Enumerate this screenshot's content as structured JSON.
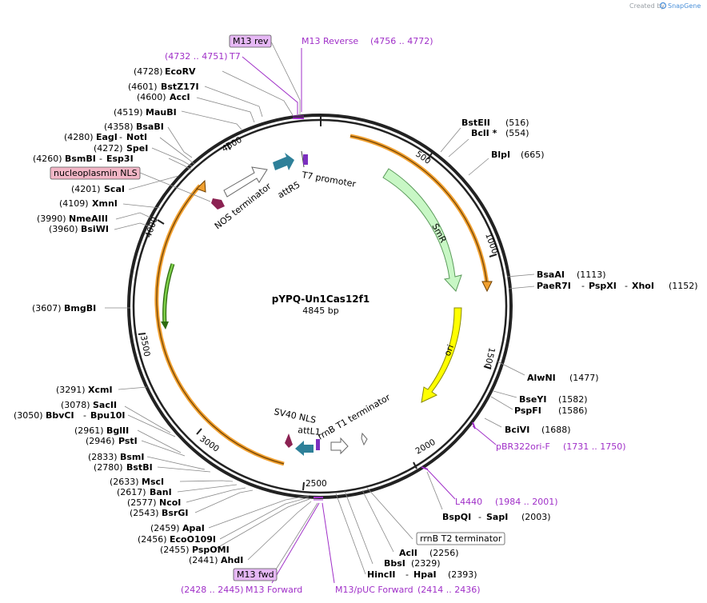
{
  "credit": {
    "created_by": "Created by",
    "brand": "SnapGene"
  },
  "plasmid": {
    "name": "pYPQ-Un1Cas12f1",
    "size": "4845 bp"
  },
  "ticks": [
    "500",
    "1000",
    "1500",
    "2000",
    "2500",
    "3000",
    "3500",
    "4000",
    "4500"
  ],
  "features": {
    "t7_promoter": "T7 promoter",
    "attr5": "attR5",
    "nos_terminator": "NOS terminator",
    "smr": "SmR",
    "ori": "ori",
    "sv40_nls": "SV40 NLS",
    "attl1": "attL1",
    "rrnb_t1": "rrnB T1 terminator",
    "rrnb_t2": "rrnB T2 terminator",
    "nucleoplasmin_nls": "nucleoplasmin NLS"
  },
  "primers": {
    "m13_rev": "M13 rev",
    "m13_reverse": "M13 Reverse",
    "m13_reverse_range": "(4756 .. 4772)",
    "t7": "T7",
    "t7_range": "(4732 .. 4751)",
    "pbr322": "pBR322ori-F",
    "pbr322_range": "(1731 .. 1750)",
    "l4440": "L4440",
    "l4440_range": "(1984 .. 2001)",
    "m13_fwd": "M13 fwd",
    "m13_forward_range": "(2428 .. 2445)",
    "m13_forward": "M13 Forward",
    "m13_puc": "M13/pUC Forward",
    "m13_puc_range": "(2414 .. 2436)"
  },
  "sites": {
    "bsteii": {
      "name": "BstEII",
      "pos": "(516)"
    },
    "bcli": {
      "name": "BclI *",
      "pos": "(554)"
    },
    "blpi": {
      "name": "BlpI",
      "pos": "(665)"
    },
    "bsaai": {
      "name": "BsaAI",
      "pos": "(1113)"
    },
    "paer7i": {
      "name": "PaeR7I",
      "sep1": "-",
      "name2": "PspXI",
      "sep2": "-",
      "name3": "XhoI",
      "pos": "(1152)"
    },
    "alwni": {
      "name": "AlwNI",
      "pos": "(1477)"
    },
    "bseyi": {
      "name": "BseYI",
      "pos": "(1582)"
    },
    "pspfi": {
      "name": "PspFI",
      "pos": "(1586)"
    },
    "bcivi": {
      "name": "BciVI",
      "pos": "(1688)"
    },
    "bspqi": {
      "name": "BspQI",
      "sep": "-",
      "name2": "SapI",
      "pos": "(2003)"
    },
    "acli": {
      "name": "AclI",
      "pos": "(2256)"
    },
    "bbsi": {
      "name": "BbsI",
      "pos": "(2329)"
    },
    "hincii": {
      "name": "HincII",
      "sep": "-",
      "name2": "HpaI",
      "pos": "(2393)"
    },
    "ecorv": {
      "pos": "(4728)",
      "name": "EcoRV"
    },
    "bstz17i": {
      "pos": "(4601)",
      "name": "BstZ17I"
    },
    "acci": {
      "pos": "(4600)",
      "name": "AccI"
    },
    "maubi": {
      "pos": "(4519)",
      "name": "MauBI"
    },
    "bsabi": {
      "pos": "(4358)",
      "name": "BsaBI"
    },
    "eagi": {
      "pos": "(4280)",
      "name": "EagI",
      "sep": "-",
      "name2": "NotI"
    },
    "spei": {
      "pos": "(4272)",
      "name": "SpeI"
    },
    "bsmbi": {
      "pos": "(4260)",
      "name": "BsmBI",
      "sep": "-",
      "name2": "Esp3I"
    },
    "scai": {
      "pos": "(4201)",
      "name": "ScaI"
    },
    "xmni": {
      "pos": "(4109)",
      "name": "XmnI"
    },
    "nmeaiii": {
      "pos": "(3990)",
      "name": "NmeAIII"
    },
    "bsiwi": {
      "pos": "(3960)",
      "name": "BsiWI"
    },
    "bmgbi": {
      "pos": "(3607)",
      "name": "BmgBI"
    },
    "xcmi": {
      "pos": "(3291)",
      "name": "XcmI"
    },
    "sacii": {
      "pos": "(3078)",
      "name": "SacII"
    },
    "bbvci": {
      "pos": "(3050)",
      "name": "BbvCI",
      "sep": "-",
      "name2": "Bpu10I"
    },
    "bglii": {
      "pos": "(2961)",
      "name": "BglII"
    },
    "psti": {
      "pos": "(2946)",
      "name": "PstI"
    },
    "bsmi": {
      "pos": "(2833)",
      "name": "BsmI"
    },
    "bstbi": {
      "pos": "(2780)",
      "name": "BstBI"
    },
    "msci": {
      "pos": "(2633)",
      "name": "MscI"
    },
    "bani": {
      "pos": "(2617)",
      "name": "BanI"
    },
    "ncoi": {
      "pos": "(2577)",
      "name": "NcoI"
    },
    "bsrgi": {
      "pos": "(2543)",
      "name": "BsrGI"
    },
    "apai": {
      "pos": "(2459)",
      "name": "ApaI"
    },
    "eco0109i": {
      "pos": "(2456)",
      "name": "EcoO109I"
    },
    "pspomi": {
      "pos": "(2455)",
      "name": "PspOMI"
    },
    "ahdi": {
      "pos": "(2441)",
      "name": "AhdI"
    }
  },
  "colors": {
    "backbone": "#222222",
    "primer": "#a030c8",
    "primer_box": "#e6b8f5",
    "nls_box": "#f2b6c6",
    "smr": "#c8f7c5",
    "ori": "#ffff00",
    "attr5": "#2e8099",
    "nls": "#8b2252",
    "orange_band": "#f0a030",
    "green_arrow": "#4caf20"
  }
}
